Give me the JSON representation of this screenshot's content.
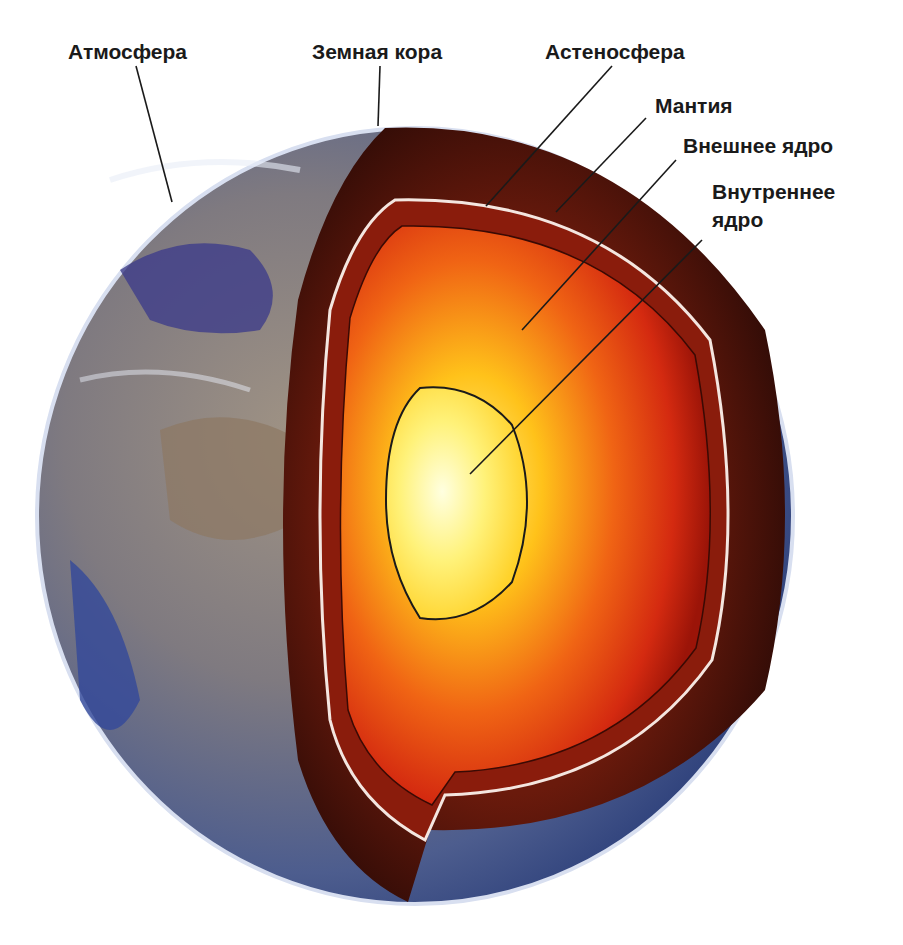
{
  "diagram": {
    "labels": [
      "Атмосфера",
      "Земная кора",
      "Астеносфера",
      "Мантия",
      "Внешнее ядро",
      "Внутреннее ядро"
    ]
  }
}
